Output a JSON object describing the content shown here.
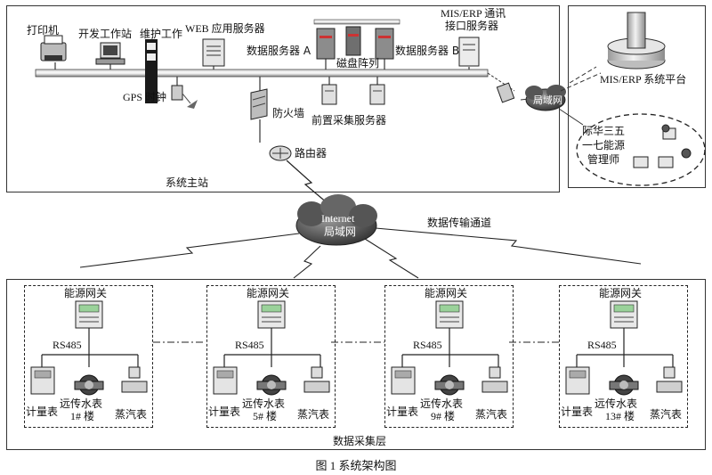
{
  "main_station": {
    "title": "系统主站",
    "devices": {
      "printer": "打印机",
      "dev_station": "开发工作站",
      "maint_station": "维护工作",
      "web_server": "WEB 应用服务器",
      "db_server_a": "数据服务器 A",
      "disk_array": "磁盘阵列",
      "db_server_b": "数据服务器 B",
      "erp_interface_line1": "MIS/ERP 通讯",
      "erp_interface_line2": "接口服务器",
      "gps_clock": "GPS 时钟",
      "firewall": "防火墙",
      "front_server": "前置采集服务器",
      "router": "路由器"
    }
  },
  "remote": {
    "erp_platform": "MIS/ERP 系统平台",
    "lan": "局域网",
    "energy_manager_lines": [
      "际华三五",
      "一七能源",
      "管理师"
    ]
  },
  "network": {
    "cloud_line1": "Internet",
    "cloud_line2": "局域网",
    "channel": "数据传输通道"
  },
  "collection_layer": {
    "title": "数据采集层",
    "groups": [
      {
        "gateway": "能源网关",
        "bus": "RS485",
        "meter": "计量表",
        "water": "远传水表",
        "steam": "蒸汽表",
        "building": "1# 楼"
      },
      {
        "gateway": "能源网关",
        "bus": "RS485",
        "meter": "计量表",
        "water": "远传水表",
        "steam": "蒸汽表",
        "building": "5# 楼"
      },
      {
        "gateway": "能源网关",
        "bus": "RS485",
        "meter": "计量表",
        "water": "远传水表",
        "steam": "蒸汽表",
        "building": "9# 楼"
      },
      {
        "gateway": "能源网关",
        "bus": "RS485",
        "meter": "计量表",
        "water": "远传水表",
        "steam": "蒸汽表",
        "building": "13# 楼"
      }
    ]
  },
  "caption": "图 1    系统架构图"
}
